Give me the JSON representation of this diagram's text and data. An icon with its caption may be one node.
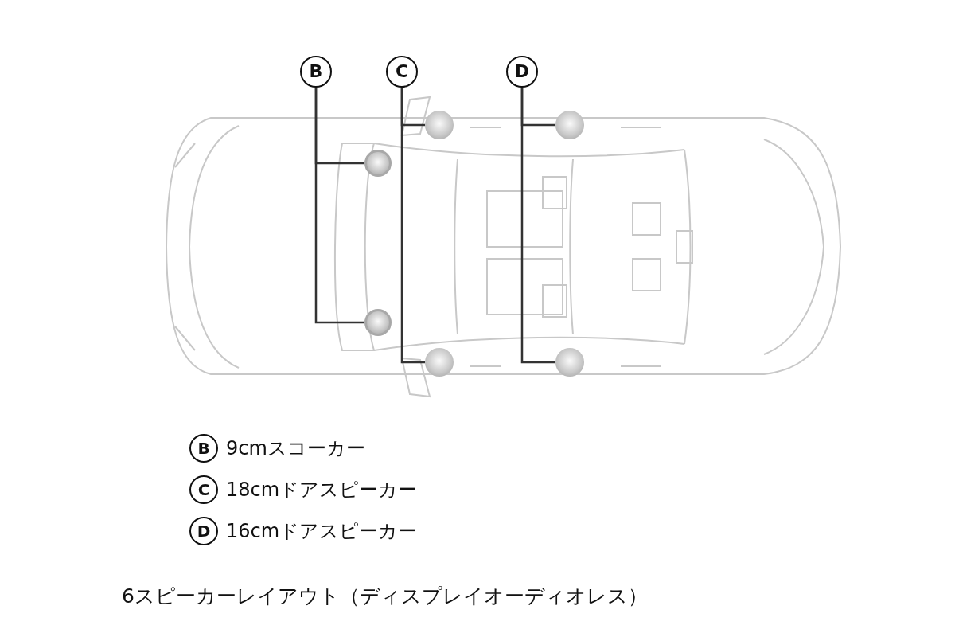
{
  "diagram": {
    "caption": "6スピーカーレイアウト（ディスプレイオーディオレス）",
    "nodes": [
      {
        "text": [
          "B"
        ]
      },
      {
        "text": [
          "C"
        ]
      },
      {
        "text": [
          "D"
        ]
      },
      {
        "text": [],
        "shape": "circle"
      },
      {
        "text": [],
        "shape": "circle"
      },
      {
        "text": [],
        "shape": "circle"
      },
      {
        "text": [],
        "shape": "circle"
      },
      {
        "text": [],
        "shape": "circle"
      },
      {
        "text": [],
        "shape": "circle"
      },
      {
        "text": [
          "B"
        ],
        "beside": [
          "9cmスコーカー"
        ]
      },
      {
        "text": [
          "C"
        ],
        "beside": [
          "18cmドアスピーカー"
        ]
      },
      {
        "text": [
          "D"
        ],
        "beside": [
          "16cmドアスピーカー"
        ]
      }
    ],
    "edges": [
      {
        "from": 0,
        "to": 3,
        "arrow": "none"
      },
      {
        "from": 0,
        "to": 4,
        "arrow": "none"
      },
      {
        "from": 1,
        "to": 5,
        "arrow": "none"
      },
      {
        "from": 1,
        "to": 6,
        "arrow": "none"
      },
      {
        "from": 2,
        "to": 7,
        "arrow": "none"
      },
      {
        "from": 2,
        "to": 8,
        "arrow": "none"
      }
    ]
  }
}
